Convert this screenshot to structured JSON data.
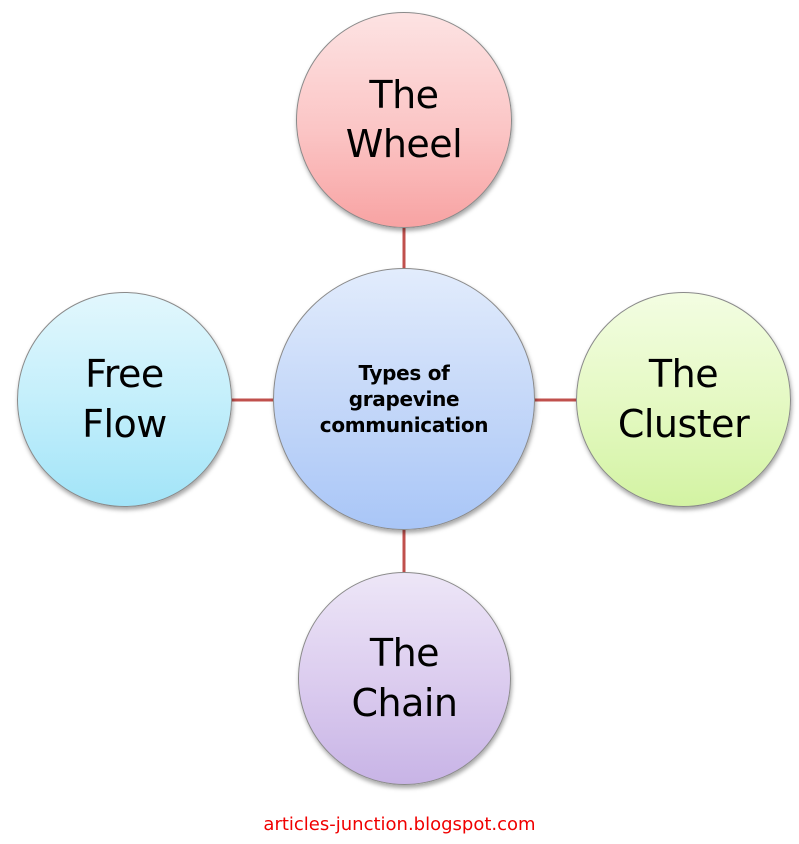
{
  "diagram": {
    "center": {
      "label": "Types of\ngrapevine\ncommunication"
    },
    "nodes": {
      "top": {
        "label": "The\nWheel",
        "color": "#f8a3a3"
      },
      "right": {
        "label": "The\nCluster",
        "color": "#d3f3a3"
      },
      "bottom": {
        "label": "The\nChain",
        "color": "#c8b4e6"
      },
      "left": {
        "label": "Free\nFlow",
        "color": "#a2e4f8"
      }
    },
    "connector_color": "#c0504d",
    "center_color": "#a9c6f7"
  },
  "footer": {
    "text": "articles-junction.blogspot.com",
    "color": "#f00000"
  }
}
